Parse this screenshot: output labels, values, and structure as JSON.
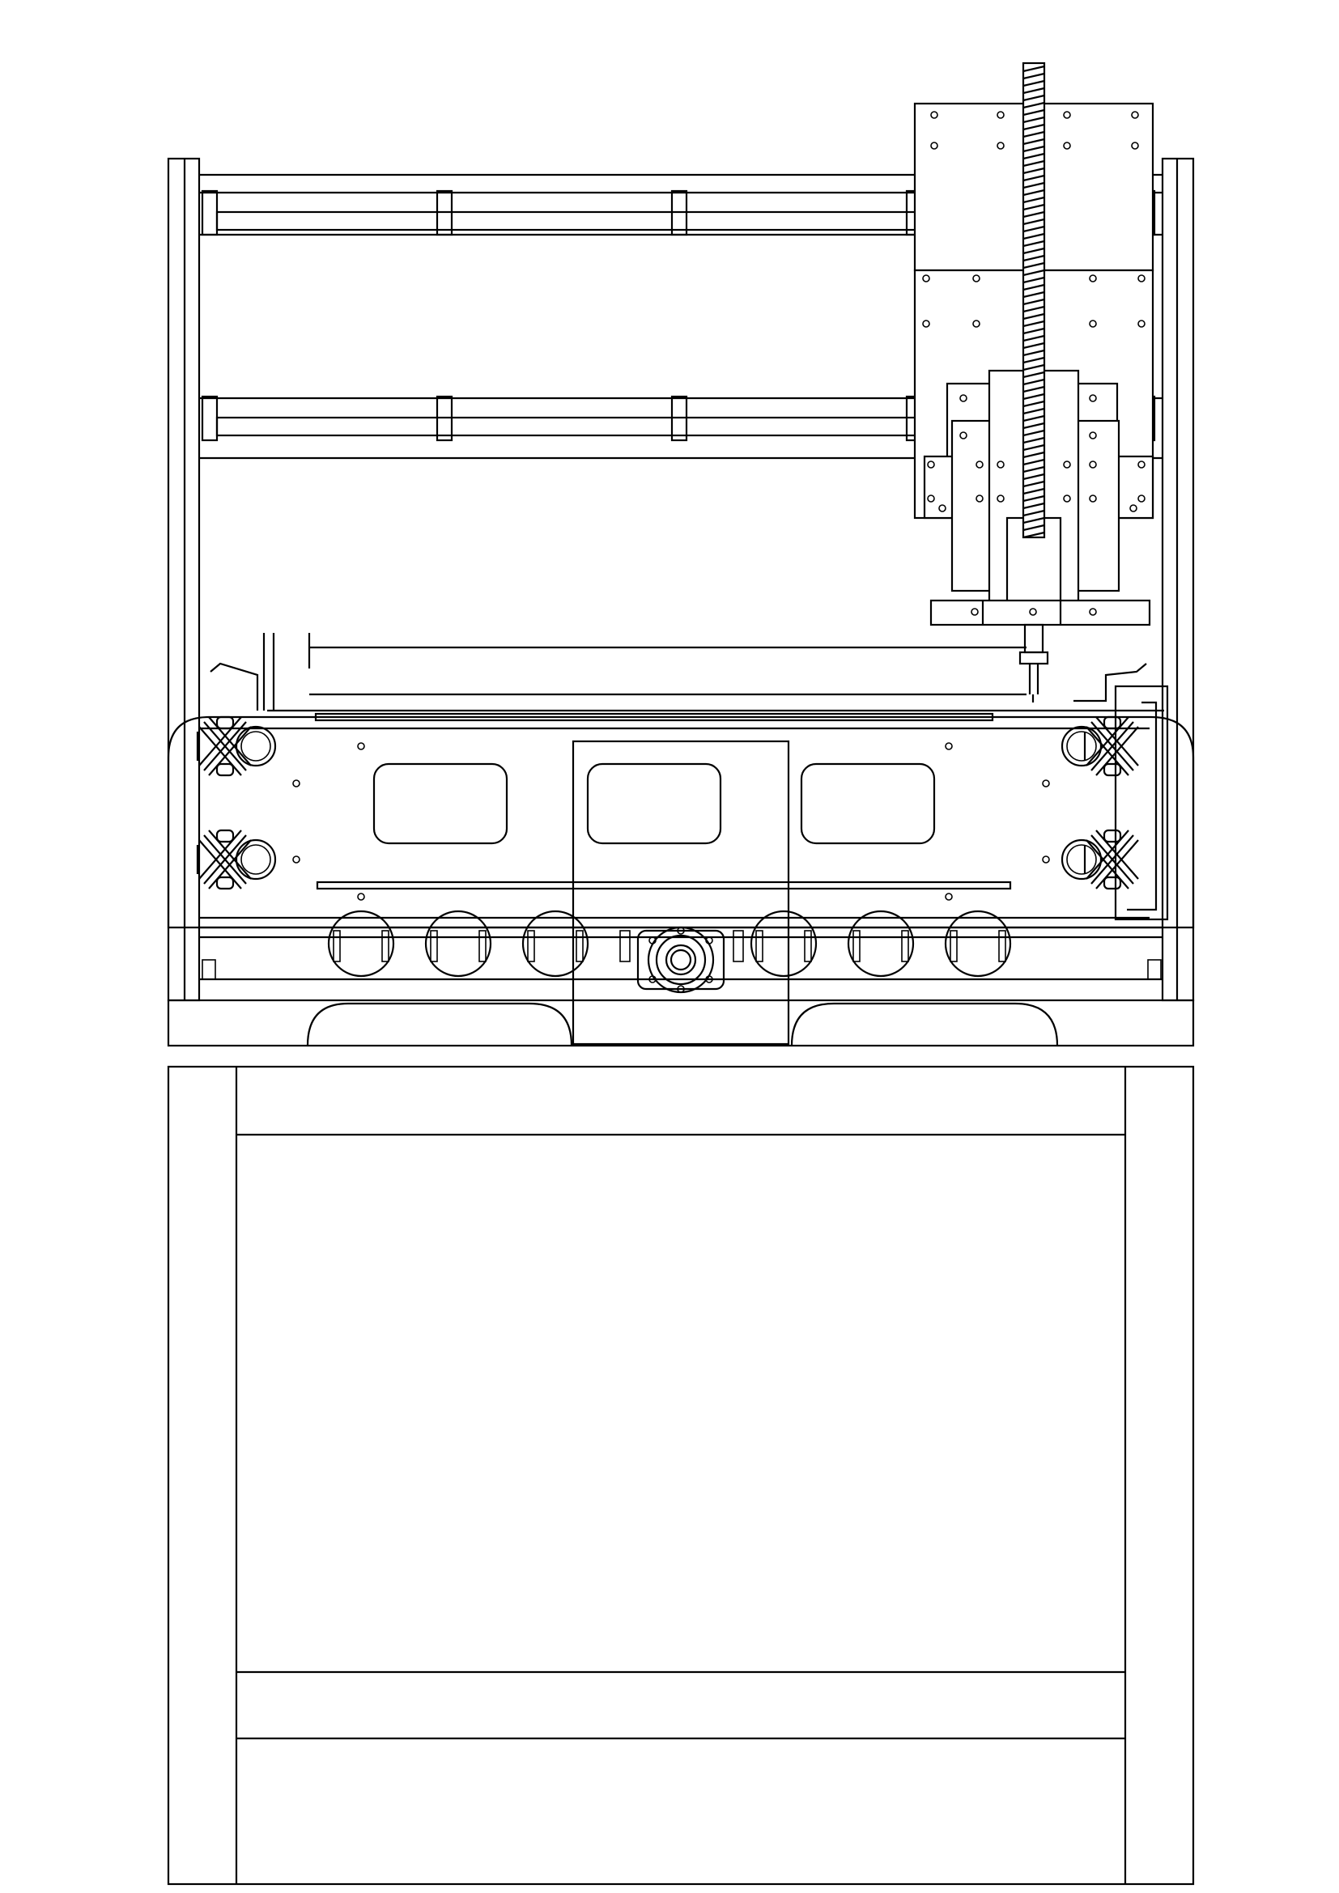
{
  "drawing": {
    "line_color": "#000000",
    "background": "#ffffff",
    "components": [
      "machine-frame",
      "gantry-rails",
      "z-axis-carriage",
      "lead-screw",
      "spindle-tool",
      "work-table",
      "corner-clamp",
      "roller-wheels",
      "drive-motor",
      "base-stand"
    ]
  }
}
